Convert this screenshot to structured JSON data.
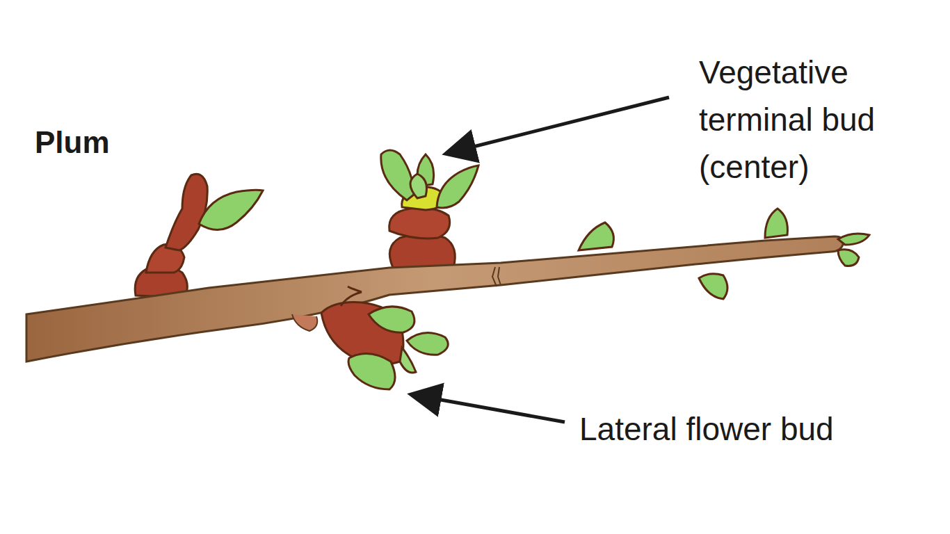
{
  "diagram": {
    "title": "Plum",
    "labels": [
      "Vegetative terminal bud (center)",
      "Lateral flower bud"
    ]
  }
}
